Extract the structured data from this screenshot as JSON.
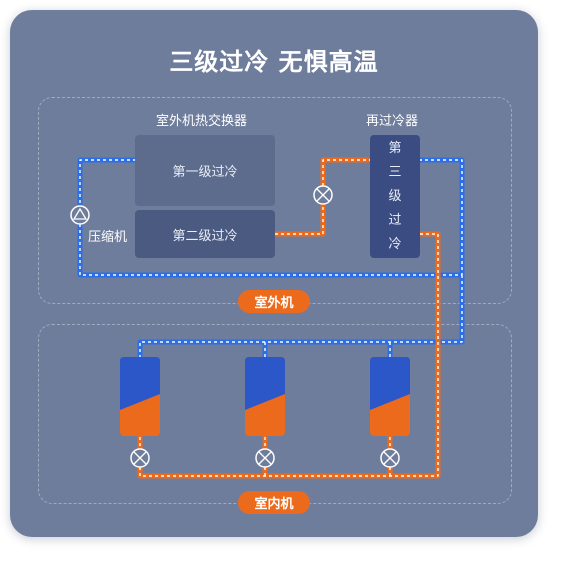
{
  "title": "三级过冷 无惧高温",
  "outdoor": {
    "heat_exchanger_label": "室外机热交换器",
    "subcooler_label": "再过冷器",
    "stage1": "第一级过冷",
    "stage2": "第二级过冷",
    "stage3_chars": [
      "第",
      "三",
      "级",
      "过",
      "冷"
    ],
    "compressor_label": "压缩机",
    "badge": "室外机"
  },
  "indoor": {
    "badge": "室内机",
    "unit_count": 3
  },
  "colors": {
    "background": "#6f7d9d",
    "gas_line": "#2b6fe8",
    "liquid_line": "#ec6a1c",
    "indoor_unit_top": "#2b57c9",
    "indoor_unit_bottom": "#ec6a1c"
  },
  "icons": [
    "compressor-icon",
    "expansion-valve-icon"
  ]
}
